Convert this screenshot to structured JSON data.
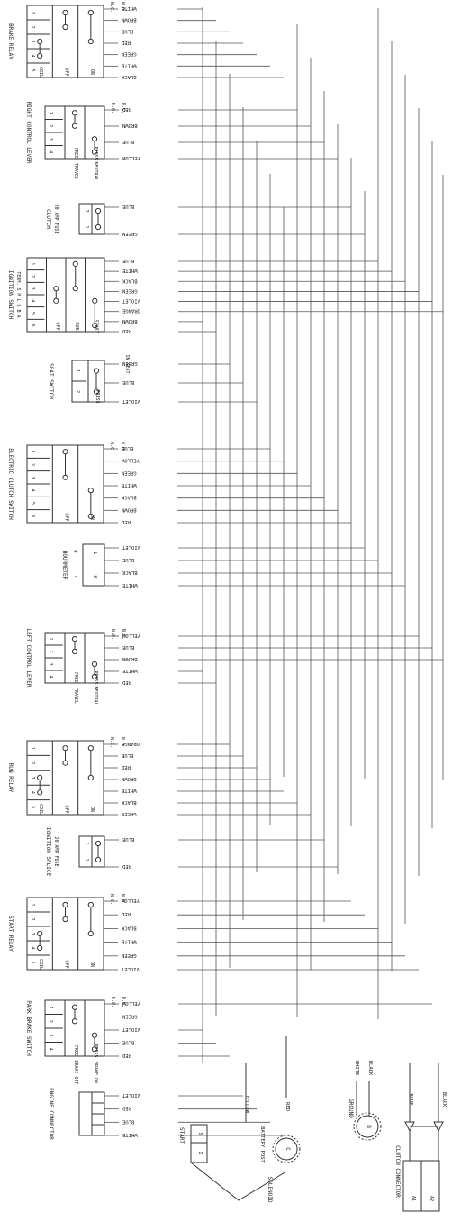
{
  "components": [
    {
      "key": "brake_relay",
      "title": "BRAKE RELAY"
    },
    {
      "key": "rcl",
      "title": "RIGHT CONTROL LEVER"
    },
    {
      "key": "clutch_fuse",
      "title": "CLUTCH",
      "subtitle": "20 AMP FUSE"
    },
    {
      "key": "ign",
      "title": "IGNITION SWITCH",
      "subtitle": "TERM. S M L G B A"
    },
    {
      "key": "seat",
      "title": "SEAT SWITCH"
    },
    {
      "key": "ecs",
      "title": "ELECTRIC CLUTCH SWITCH"
    },
    {
      "key": "hour",
      "title": "HOURMETER"
    },
    {
      "key": "lcl",
      "title": "LEFT CONTROL LEVER"
    },
    {
      "key": "run",
      "title": "RUN RELAY"
    },
    {
      "key": "ign_fuse",
      "title": "IGNITION SPLICE",
      "subtitle": "20 AMP FUSE"
    },
    {
      "key": "start",
      "title": "START RELAY"
    },
    {
      "key": "pbs",
      "title": "PARK BRAKE SWITCH"
    },
    {
      "key": "eng",
      "title": "ENGINE CONNECTOR"
    }
  ],
  "wire_labels": {
    "brake_relay": [
      "WHITE",
      "BROWN",
      "BLUE",
      "RED",
      "GREEN",
      "WHITE",
      "BLACK"
    ],
    "rcl": [
      "RED",
      "BROWN",
      "BLUE",
      "YELLOW"
    ],
    "clutch_fuse": [
      "BLUE",
      "GREEN"
    ],
    "ign": [
      "BLUE",
      "WHITE",
      "BLACK",
      "GREEN",
      "VIOLET",
      "ORANGE",
      "BROWN",
      "RED"
    ],
    "seat": [
      "GREEN",
      "BLUE",
      "VIOLET"
    ],
    "ecs": [
      "BLUE",
      "YELLOW",
      "GREEN",
      "WHITE",
      "BLACK",
      "BROWN",
      "RED"
    ],
    "hour": [
      "VIOLET",
      "BLUE",
      "BLACK",
      "WHITE"
    ],
    "lcl": [
      "YELLOW",
      "BLUE",
      "BROWN",
      "WHITE",
      "RED"
    ],
    "run": [
      "ORANGE",
      "BLUE",
      "RED",
      "BROWN",
      "WHITE",
      "BLACK",
      "GREEN"
    ],
    "ign_fuse": [
      "BLUE",
      "RED"
    ],
    "start": [
      "YELLOW",
      "RED",
      "BLACK",
      "WHITE",
      "GREEN",
      "VIOLET"
    ],
    "pbs": [
      "YELLOW",
      "GREEN",
      "VIOLET",
      "BLUE",
      "RED"
    ],
    "eng": [
      "VIOLET",
      "RED",
      "BLUE",
      "WHITE"
    ]
  },
  "cells": {
    "relay_cols": [
      "1",
      "2",
      "3",
      "4",
      "5"
    ],
    "relay_states": [
      "COIL",
      "OFF",
      "ON"
    ],
    "nc": "N.C.",
    "no": "N.O.",
    "lever_cols": [
      "1",
      "2",
      "3",
      "4"
    ],
    "lever_states": [
      "FREE",
      "PRESS"
    ],
    "lever_extra": [
      "TRAVEL",
      "NEUTRAL"
    ],
    "pbs_extra": [
      "BRAKE OFF",
      "BRAKE ON"
    ],
    "ign_states": [
      "OFF",
      "RUN",
      "START"
    ],
    "seat_extra": "IN SEAT",
    "hour_pins": [
      "+",
      "-"
    ],
    "hour_letters": [
      "L",
      "K"
    ],
    "fuse_pins": [
      "2",
      "1"
    ]
  },
  "bottom": {
    "start_label": "START",
    "start_pins": [
      "S",
      "I"
    ],
    "solenoid": "SOLENOID",
    "yellow": "YELLOW",
    "battery": "BATTERY POST",
    "c": "C",
    "red": "RED",
    "ground": "GROUND",
    "b": "B",
    "white": "WHITE",
    "black1": "BLACK",
    "blue": "BLUE",
    "black2": "BLACK",
    "clutch_connector": "CLUTCH CONNECTOR",
    "cc_pins": [
      "A1",
      "A2"
    ]
  }
}
